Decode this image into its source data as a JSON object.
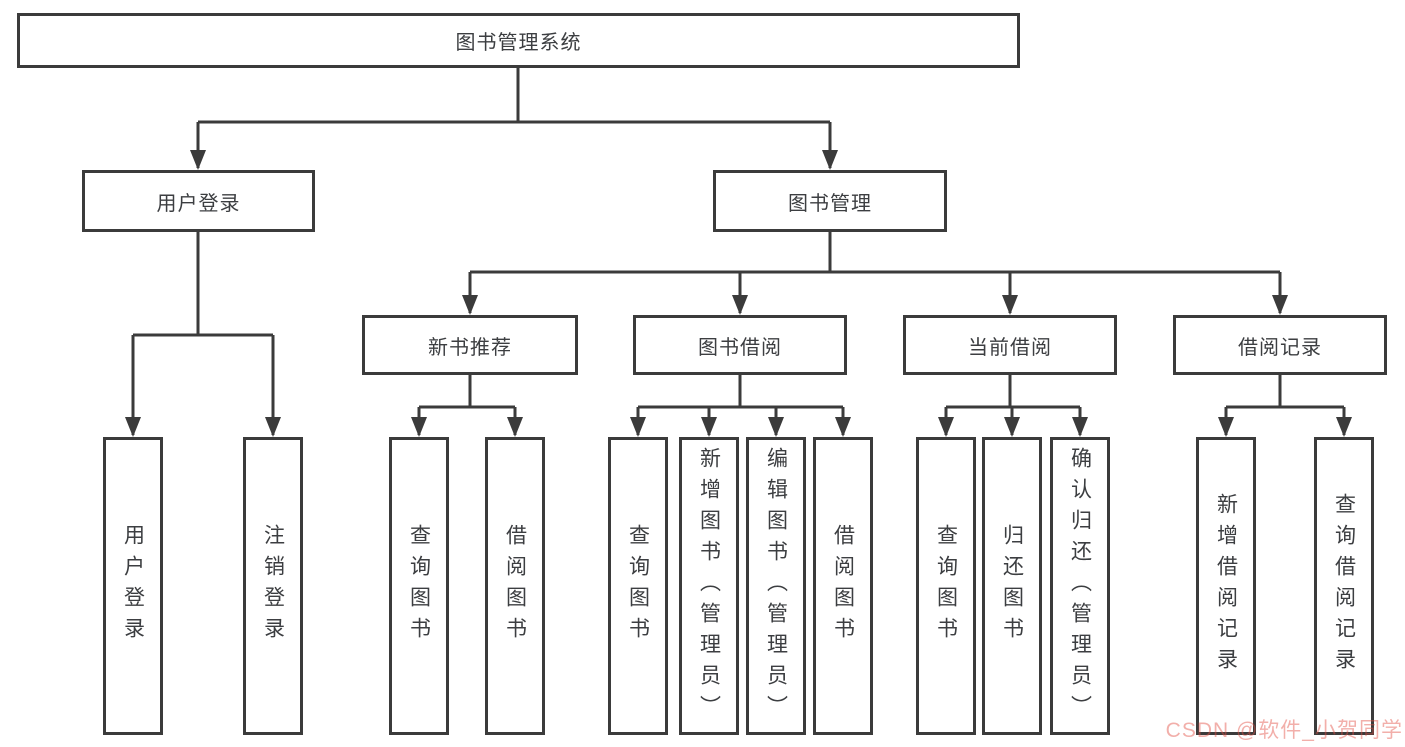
{
  "colors": {
    "line": "#3b3b3b",
    "text": "#3c3e41",
    "box_bg": "#ffffff",
    "watermark": "#f0b2ae"
  },
  "watermark": "CSDN @软件_小贺同学",
  "nodes": {
    "root": "图书管理系统",
    "user_login": "用户登录",
    "book_management": "图书管理",
    "new_book_recommend": "新书推荐",
    "book_borrowing": "图书借阅",
    "current_borrowing": "当前借阅",
    "borrowing_records": "借阅记录",
    "leaf_user_login": "用户登录",
    "leaf_logout": "注销登录",
    "leaf_nb_query_books": "查询图书",
    "leaf_nb_borrow_books": "借阅图书",
    "leaf_bb_query_books": "查询图书",
    "leaf_bb_add_books": "新增图书（管理员）",
    "leaf_bb_edit_books": "编辑图书（管理员）",
    "leaf_bb_borrow_books": "借阅图书",
    "leaf_cb_query_books": "查询图书",
    "leaf_cb_return_books": "归还图书",
    "leaf_cb_confirm_return": "确认归还（管理员）",
    "leaf_br_add_record": "新增借阅记录",
    "leaf_br_query_record": "查询借阅记录"
  }
}
